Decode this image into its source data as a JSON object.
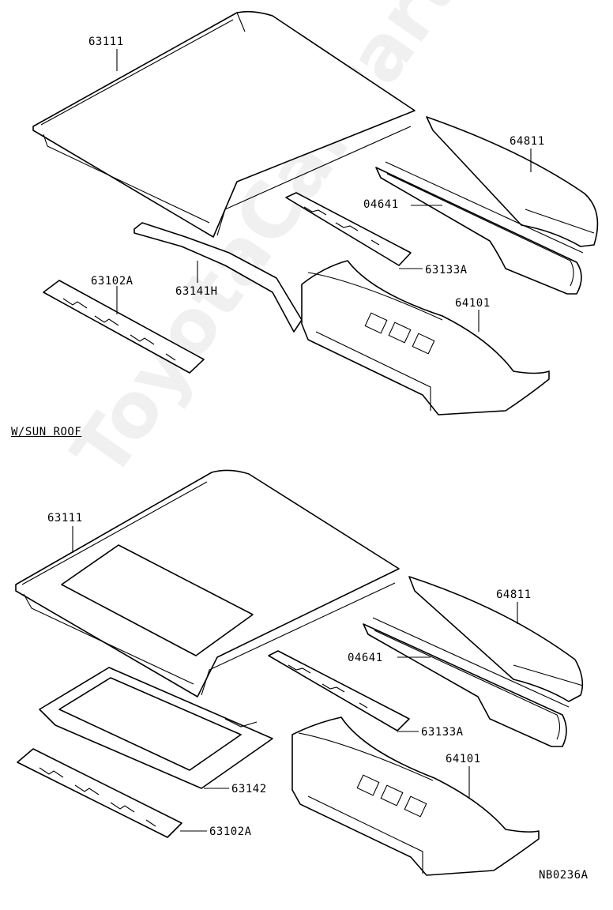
{
  "watermark": "ToyotaCarParts.ru",
  "section_sunroof": "W/SUN ROOF",
  "diagram_code": "NB0236A",
  "top_labels": {
    "p63111": "63111",
    "p64811": "64811",
    "p04641": "04641",
    "p63133a": "63133A",
    "p63102a": "63102A",
    "p63141h": "63141H",
    "p64101": "64101"
  },
  "bottom_labels": {
    "p63111": "63111",
    "p64811": "64811",
    "p04641": "04641",
    "p63133a": "63133A",
    "p63142": "63142",
    "p63102a": "63102A",
    "p64101": "64101"
  }
}
